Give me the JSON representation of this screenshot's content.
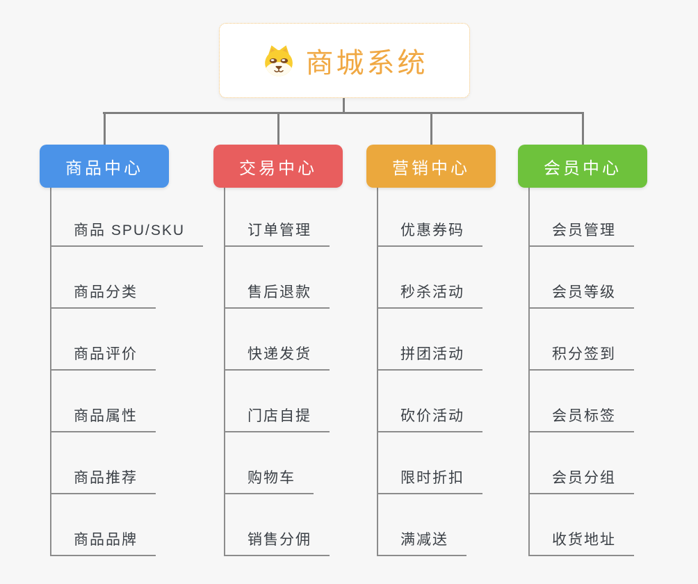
{
  "root": {
    "title": "商城系统",
    "icon": "dog-face-icon",
    "title_color": "#F0A843",
    "border_color": "#F3C274",
    "background": "#FFFFFF"
  },
  "branches": [
    {
      "id": "product-center",
      "label": "商品中心",
      "color": "#4B93E8",
      "children": [
        "商品 SPU/SKU",
        "商品分类",
        "商品评价",
        "商品属性",
        "商品推荐",
        "商品品牌"
      ]
    },
    {
      "id": "trade-center",
      "label": "交易中心",
      "color": "#E85E5E",
      "children": [
        "订单管理",
        "售后退款",
        "快递发货",
        "门店自提",
        "购物车",
        "销售分佣"
      ]
    },
    {
      "id": "marketing-center",
      "label": "营销中心",
      "color": "#EBA83D",
      "children": [
        "优惠券码",
        "秒杀活动",
        "拼团活动",
        "砍价活动",
        "限时折扣",
        "满减送"
      ]
    },
    {
      "id": "member-center",
      "label": "会员中心",
      "color": "#6EC23C",
      "children": [
        "会员管理",
        "会员等级",
        "积分签到",
        "会员标签",
        "会员分组",
        "收货地址"
      ]
    }
  ],
  "colors": {
    "page_background": "#F7F7F7",
    "connector": "#7F7F7F",
    "leaf_line": "#8C8C8C",
    "leaf_text": "#3B4046"
  }
}
